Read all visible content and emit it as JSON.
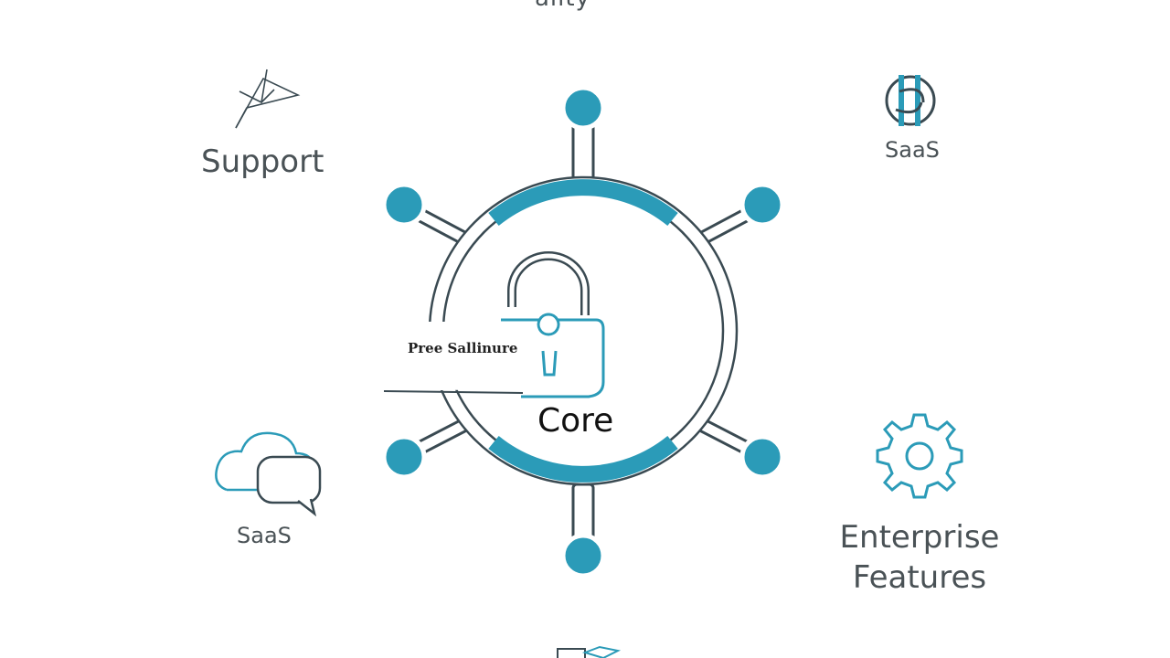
{
  "diagram": {
    "center_label": "Core",
    "tag_label": "Pree Sallinure",
    "labels": {
      "top": "ality",
      "support": "Support",
      "saas_top_right": "SaaS",
      "saas_bottom_left": "SaaS",
      "enterprise_line1": "Enterprise",
      "enterprise_line2": "Features"
    },
    "icons": {
      "support": "paper-plane-icon",
      "saas_top_right": "sync-lock-icon",
      "saas_bottom_left": "cloud-chat-icon",
      "enterprise": "gear-icon",
      "center": "padlock-icon",
      "bottom": "plane-envelope-icon"
    },
    "colors": {
      "accent": "#2b9bb8",
      "outline": "#3a4a52",
      "text": "#4a5256"
    }
  }
}
